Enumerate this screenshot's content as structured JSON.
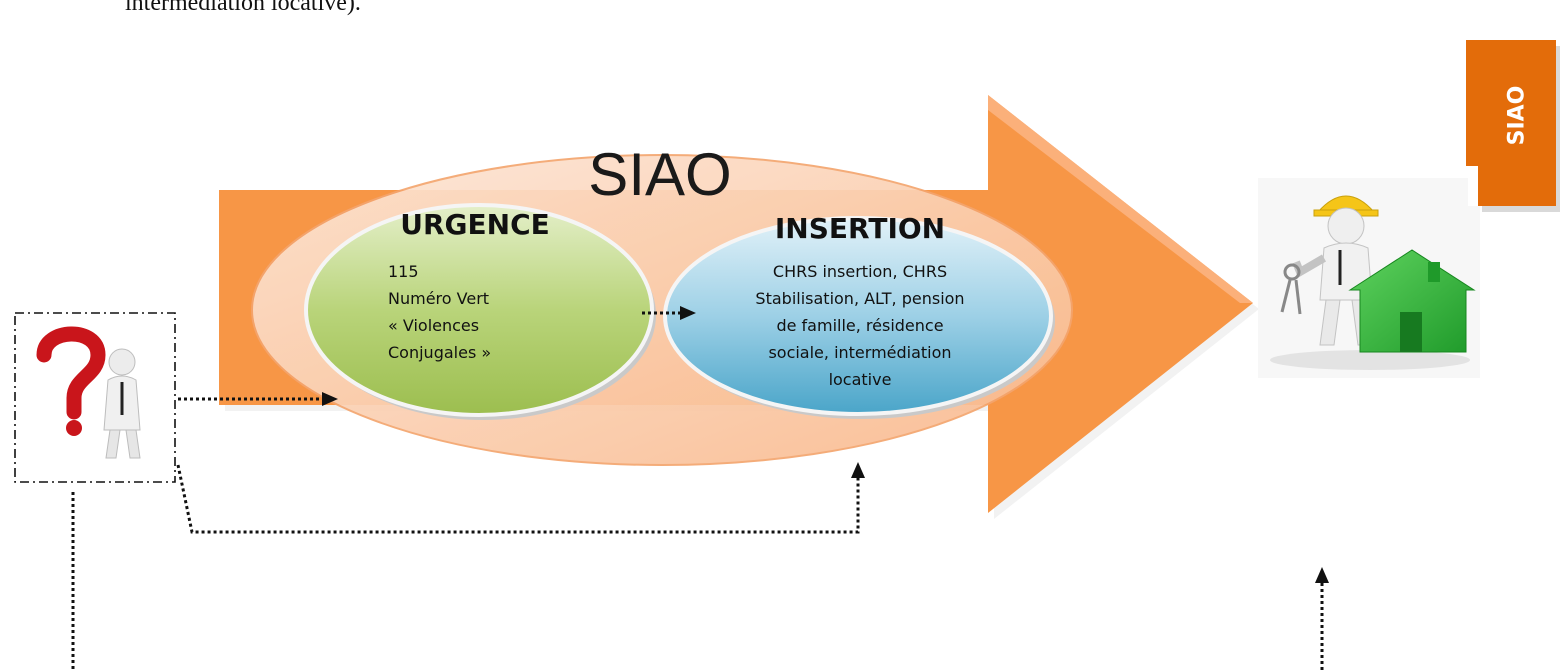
{
  "header_fragment": "intermédiation locative).",
  "main_arrow": {
    "label": "SIAO"
  },
  "urgence": {
    "title": "URGENCE",
    "lines": [
      "115",
      "Numéro Vert",
      "« Violences",
      "Conjugales »"
    ]
  },
  "insertion": {
    "title": "INSERTION",
    "lines": [
      "CHRS insertion, CHRS",
      "Stabilisation, ALT, pension",
      "de famille, résidence",
      "sociale, intermédiation",
      "locative"
    ]
  },
  "side_tab": {
    "label": "SIAO"
  },
  "icons": {
    "person": "person-question-icon",
    "housing": "person-keys-house-icon"
  },
  "colors": {
    "arrow": "#f79646",
    "ellipse": "#fbd2b6",
    "urgence": "#a9c860",
    "insertion": "#6fb7d6",
    "tab": "#e36c0a"
  }
}
